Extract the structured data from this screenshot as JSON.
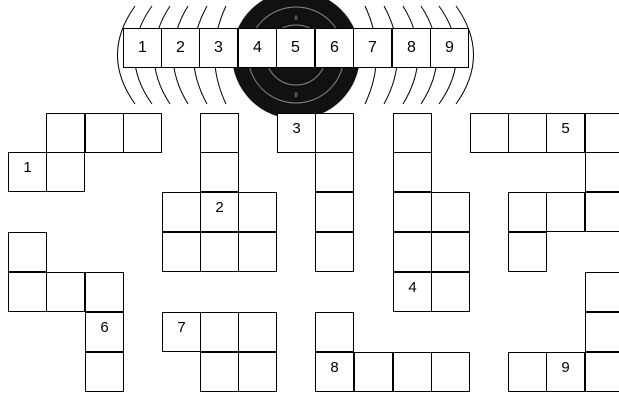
{
  "title": "",
  "key": [
    "1",
    "2",
    "3",
    "4",
    "5",
    "6",
    "7",
    "8",
    "9"
  ],
  "clue_numbers": [
    "1",
    "2",
    "3",
    "4",
    "5",
    "6",
    "7",
    "8",
    "9"
  ],
  "colors": {
    "grid_line": "#000000",
    "target_black": "#111111",
    "background": "#ffffff"
  }
}
